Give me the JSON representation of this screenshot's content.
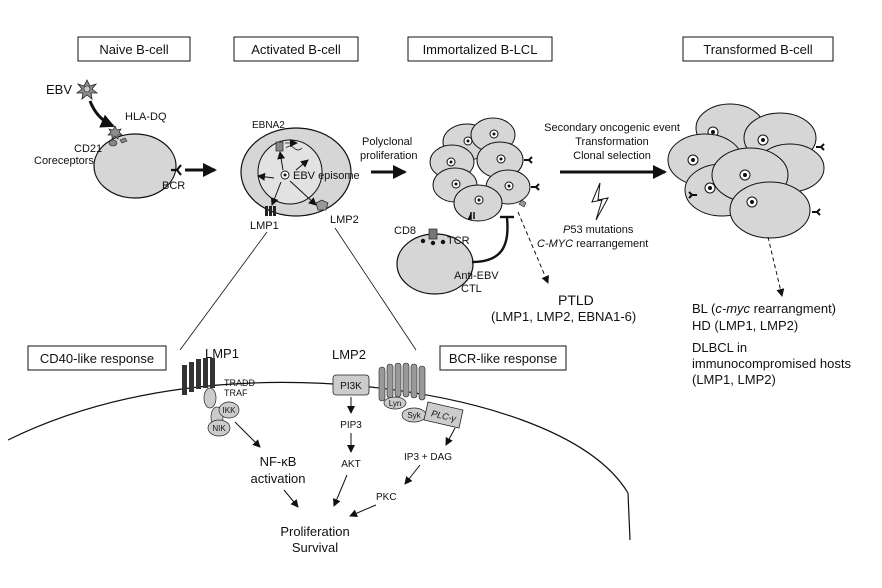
{
  "stages": {
    "naive": "Naive B-cell",
    "activated": "Activated B-cell",
    "immortalized": "Immortalized B-LCL",
    "transformed": "Transformed B-cell"
  },
  "naive_cell": {
    "ebv": "EBV",
    "hla": "HLA-DQ",
    "cd21": "CD21",
    "coreceptors": "Coreceptors",
    "bcr": "BCR"
  },
  "activated_cell": {
    "ebna2": "EBNA2",
    "episome": "EBV episome",
    "lmp1": "LMP1",
    "lmp2": "LMP2"
  },
  "polyclonal": {
    "line1": "Polyclonal",
    "line2": "proliferation"
  },
  "lcl": {
    "cd8": "CD8",
    "tcr": "TCR",
    "ctl_line1": "Anti-EBV",
    "ctl_line2": "CTL"
  },
  "secondary": {
    "line1": "Secondary oncogenic event",
    "line2": "Transformation",
    "line3": "Clonal selection",
    "p53_italic": "P",
    "p53_rest": "53 mutations",
    "cmyc_italic": "C-MYC",
    "cmyc_rest": " rearrangement"
  },
  "ptld": {
    "title": "PTLD",
    "sub": "(LMP1, LMP2, EBNA1-6)"
  },
  "outcomes": {
    "bl_pre": "BL (",
    "bl_italic": "c-myc",
    "bl_post": " rearrangment)",
    "hd": "HD (LMP1, LMP2)",
    "dlbcl_1": "DLBCL in",
    "dlbcl_2": "immunocompromised hosts",
    "dlbcl_3": "(LMP1, LMP2)"
  },
  "signaling": {
    "cd40_box": "CD40-like response",
    "bcr_box": "BCR-like response",
    "lmp1": "LMP1",
    "lmp2": "LMP2",
    "tradd": "TRADD",
    "traf": "TRAF",
    "ikk": "IKK",
    "nik": "NIK",
    "pi3k": "PI3K",
    "pip3": "PIP3",
    "akt": "AKT",
    "lyn": "Lyn",
    "syk": "Syk",
    "plc": "PLC-γ",
    "ip3": "IP3 + DAG",
    "pkc": "PKC",
    "nfkb": "NF-κB",
    "activation": "activation",
    "proliferation": "Proliferation",
    "survival": "Survival"
  },
  "colors": {
    "cell_fill": "#d6d6d6",
    "membrane_dark": "#3a3a3a",
    "receptor_gray": "#9a9a9a",
    "ink": "#111111"
  }
}
